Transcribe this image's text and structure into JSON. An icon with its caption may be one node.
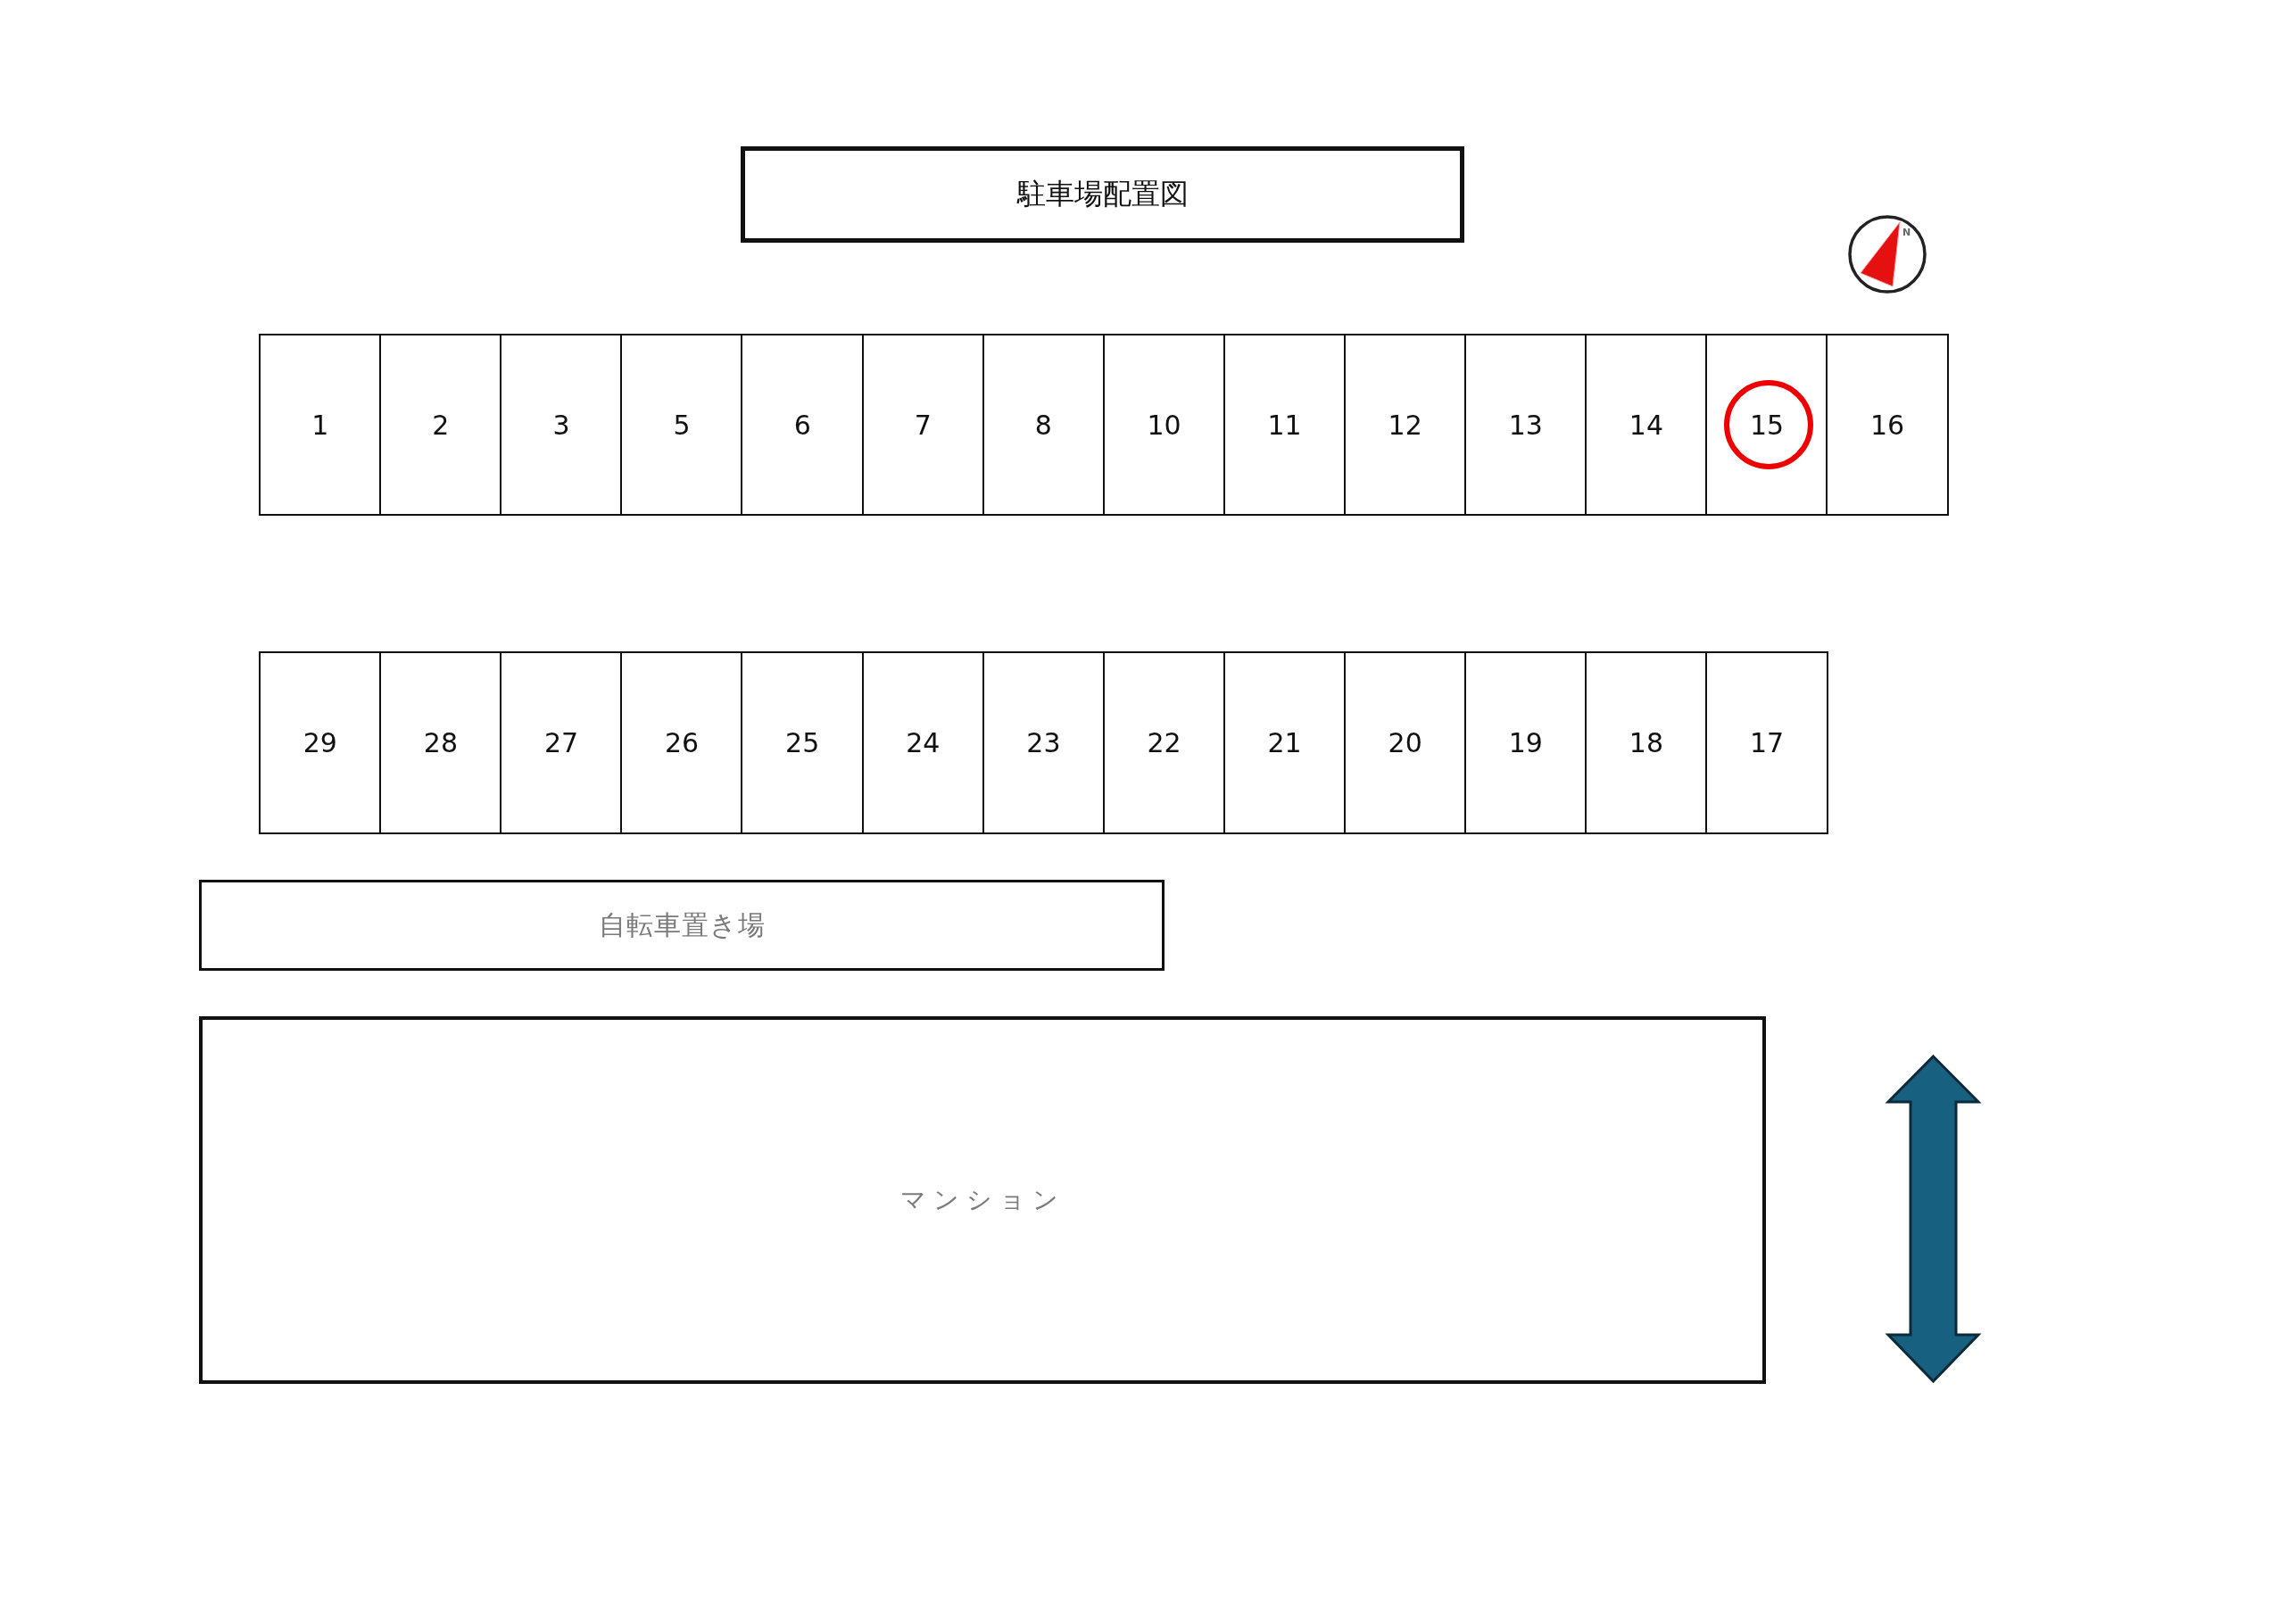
{
  "diagram": {
    "title": "駐車場配置図",
    "nodes": [
      {
        "text": [
          "1"
        ]
      },
      {
        "text": [
          "2"
        ]
      },
      {
        "text": [
          "3"
        ]
      },
      {
        "text": [
          "5"
        ]
      },
      {
        "text": [
          "6"
        ]
      },
      {
        "text": [
          "7"
        ]
      },
      {
        "text": [
          "8"
        ]
      },
      {
        "text": [
          "10"
        ]
      },
      {
        "text": [
          "11"
        ]
      },
      {
        "text": [
          "12"
        ]
      },
      {
        "text": [
          "13"
        ]
      },
      {
        "text": [
          "14"
        ]
      },
      {
        "text": [
          "15"
        ]
      },
      {
        "text": [
          "16"
        ]
      },
      {
        "text": [
          "29"
        ]
      },
      {
        "text": [
          "28"
        ]
      },
      {
        "text": [
          "27"
        ]
      },
      {
        "text": [
          "26"
        ]
      },
      {
        "text": [
          "25"
        ]
      },
      {
        "text": [
          "24"
        ]
      },
      {
        "text": [
          "23"
        ]
      },
      {
        "text": [
          "22"
        ]
      },
      {
        "text": [
          "21"
        ]
      },
      {
        "text": [
          "20"
        ]
      },
      {
        "text": [
          "19"
        ]
      },
      {
        "text": [
          "18"
        ]
      },
      {
        "text": [
          "17"
        ]
      },
      {
        "text": [
          "自転車置き場"
        ]
      },
      {
        "text": [
          "マンション"
        ]
      }
    ],
    "labels": [
      "N"
    ]
  }
}
